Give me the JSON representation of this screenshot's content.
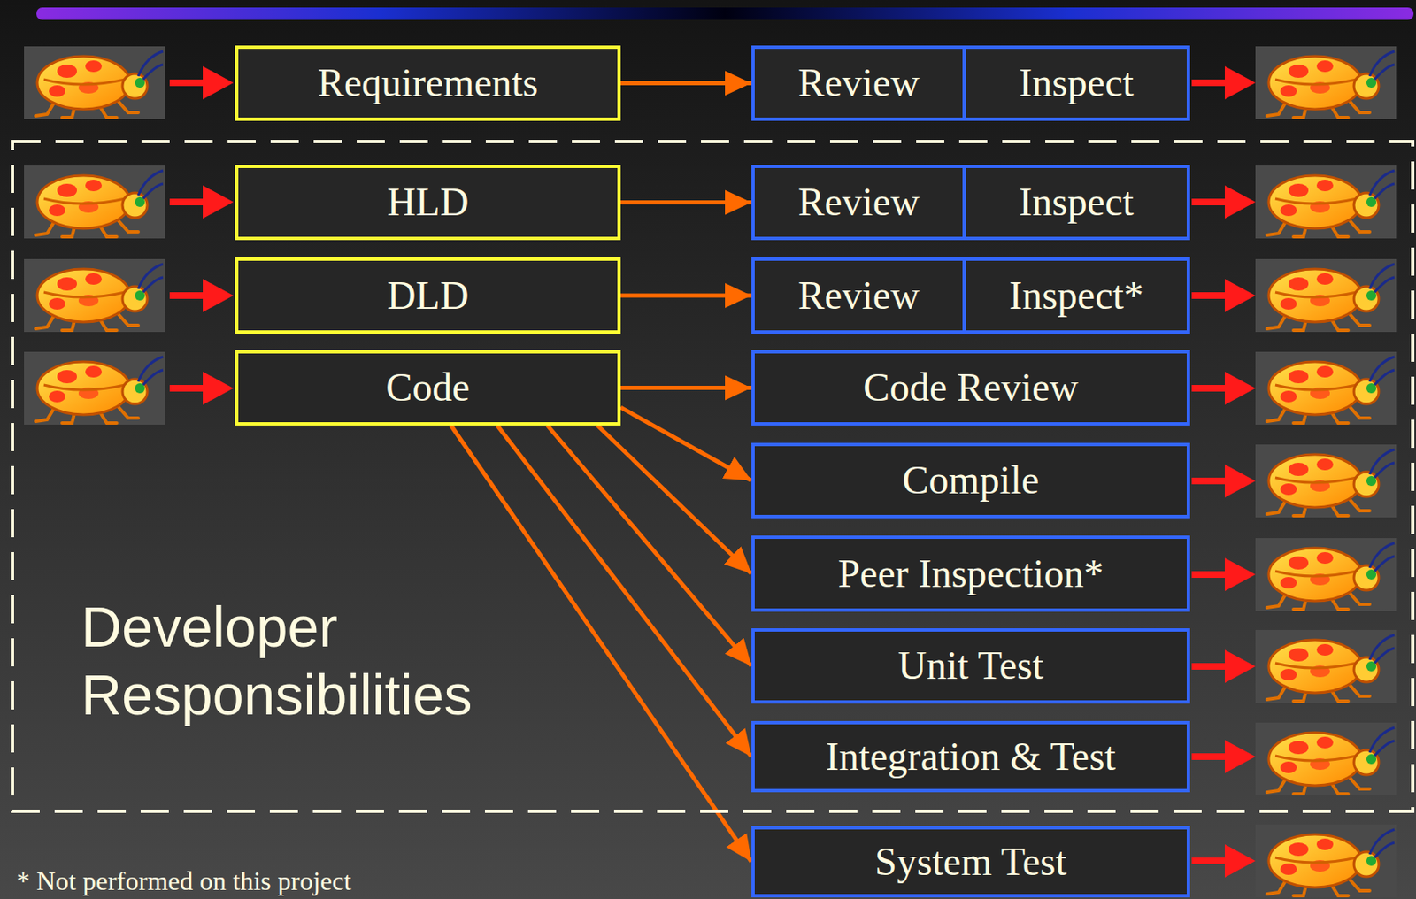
{
  "diagram": {
    "nodes": [
      {
        "text": [
          "Requirements"
        ]
      },
      {
        "text": [
          "Review"
        ]
      },
      {
        "text": [
          "Inspect"
        ]
      },
      {
        "text": [
          "Developer Responsibilities"
        ]
      },
      {
        "text": [
          "HLD"
        ],
        "in": 3
      },
      {
        "text": [
          "Review"
        ],
        "in": 3
      },
      {
        "text": [
          "Inspect"
        ],
        "in": 3
      },
      {
        "text": [
          "DLD"
        ],
        "in": 3
      },
      {
        "text": [
          "Review"
        ],
        "in": 3
      },
      {
        "text": [
          "Inspect*"
        ],
        "in": 3
      },
      {
        "text": [
          "Code"
        ],
        "in": 3
      },
      {
        "text": [
          "Code Review"
        ],
        "in": 3
      },
      {
        "text": [
          "Compile"
        ],
        "in": 3
      },
      {
        "text": [
          "Peer Inspection*"
        ],
        "in": 3
      },
      {
        "text": [
          "Unit Test"
        ],
        "in": 3
      },
      {
        "text": [
          "Integration & Test"
        ],
        "in": 3
      },
      {
        "text": [
          "System Test"
        ]
      }
    ],
    "edges": [
      {
        "from": 0,
        "to": 1,
        "arrow": "to"
      },
      {
        "from": 4,
        "to": 5,
        "arrow": "to"
      },
      {
        "from": 7,
        "to": 8,
        "arrow": "to"
      },
      {
        "from": 10,
        "to": 11,
        "arrow": "to"
      },
      {
        "from": 10,
        "to": 12,
        "arrow": "to"
      },
      {
        "from": 10,
        "to": 13,
        "arrow": "to"
      },
      {
        "from": 10,
        "to": 14,
        "arrow": "to"
      },
      {
        "from": 10,
        "to": 15,
        "arrow": "to"
      },
      {
        "from": 10,
        "to": 16,
        "arrow": "to"
      }
    ],
    "labels": [
      "* Not performed on this project"
    ]
  }
}
